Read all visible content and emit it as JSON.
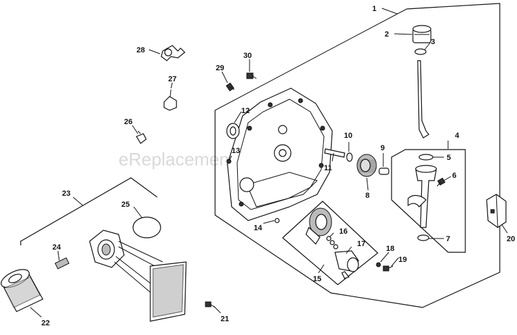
{
  "watermark": "eReplacementParts.com",
  "callouts": [
    {
      "id": "1",
      "text": "1"
    },
    {
      "id": "2",
      "text": "2"
    },
    {
      "id": "3",
      "text": "3"
    },
    {
      "id": "4",
      "text": "4"
    },
    {
      "id": "5",
      "text": "5"
    },
    {
      "id": "6",
      "text": "6"
    },
    {
      "id": "7",
      "text": "7"
    },
    {
      "id": "8",
      "text": "8"
    },
    {
      "id": "9",
      "text": "9"
    },
    {
      "id": "10",
      "text": "10"
    },
    {
      "id": "11",
      "text": "11"
    },
    {
      "id": "12",
      "text": "12"
    },
    {
      "id": "13",
      "text": "13"
    },
    {
      "id": "14",
      "text": "14"
    },
    {
      "id": "15",
      "text": "15"
    },
    {
      "id": "16",
      "text": "16"
    },
    {
      "id": "17",
      "text": "17"
    },
    {
      "id": "18",
      "text": "18"
    },
    {
      "id": "19",
      "text": "19"
    },
    {
      "id": "20",
      "text": "20"
    },
    {
      "id": "21",
      "text": "21"
    },
    {
      "id": "22",
      "text": "22"
    },
    {
      "id": "23",
      "text": "23"
    },
    {
      "id": "24",
      "text": "24"
    },
    {
      "id": "25",
      "text": "25"
    },
    {
      "id": "26",
      "text": "26"
    },
    {
      "id": "27",
      "text": "27"
    },
    {
      "id": "28",
      "text": "28"
    },
    {
      "id": "29",
      "text": "29"
    },
    {
      "id": "30",
      "text": "30"
    }
  ]
}
